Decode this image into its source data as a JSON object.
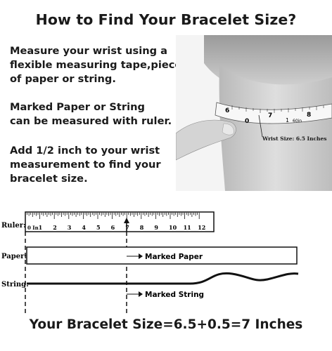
{
  "title": "How to Find Your Bracelet Size?",
  "instructions": [
    {
      "lines": [
        "Measure your wrist using a",
        "flexible measuring tape,piece",
        "of paper or string."
      ]
    },
    {
      "lines": [
        "Marked Paper or String",
        "can be measured with ruler."
      ]
    },
    {
      "lines": [
        "Add 1/2 inch to your wrist",
        "measurement to find your",
        "bracelet size."
      ]
    }
  ],
  "photo": {
    "wrist_size_label": "Wrist Size: 6.5 Inches",
    "tape_numbers": [
      "6",
      "7",
      "8",
      "0",
      "1"
    ],
    "tape_unit": "60in"
  },
  "diagram": {
    "ruler_label": "Ruler:",
    "ruler_unit": "0 In",
    "ruler_numbers": [
      "1",
      "2",
      "3",
      "4",
      "5",
      "6",
      "7",
      "8",
      "9",
      "10",
      "11",
      "12"
    ],
    "paper_label": "Paper:",
    "string_label": "String:",
    "marked_paper_label": "Marked Paper",
    "marked_string_label": "Marked String"
  },
  "footer": "Your Bracelet Size=6.5+0.5=7 Inches",
  "colors": {
    "text": "#1a1a1a",
    "skin": "#cfcfcf"
  }
}
